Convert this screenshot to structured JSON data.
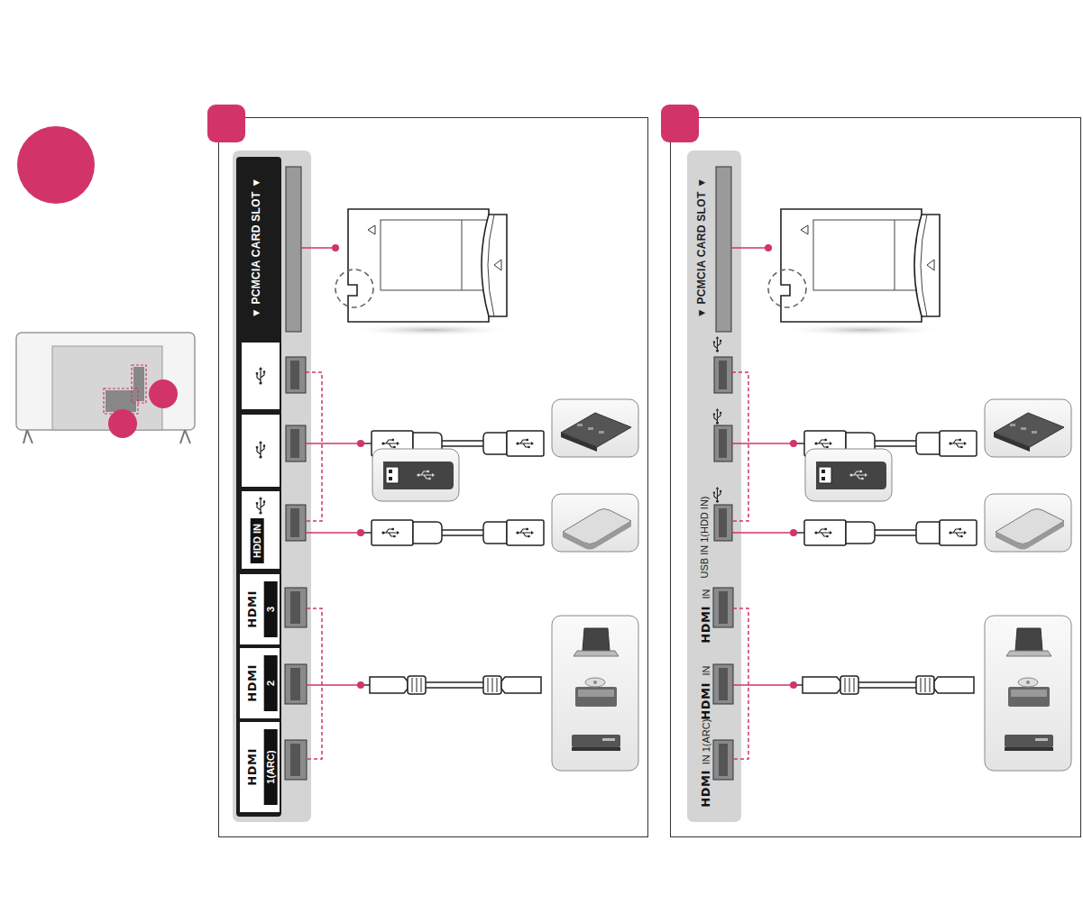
{
  "diagram": {
    "nodes": [
      {
        "text": [
          "▼ PCMCIA CARD SLOT ▼",
          "HDD IN",
          "HDMI",
          "3",
          "HDMI",
          "2",
          "HDMI",
          "1(ARC)"
        ]
      },
      {
        "text": [
          "▼ PCMCIA CARD SLOT ▼",
          "USB IN 1(HDD IN)",
          "HDMI",
          "IN",
          "HDMI",
          "IN",
          "HDMI",
          "IN 1(ARC)"
        ]
      }
    ]
  }
}
